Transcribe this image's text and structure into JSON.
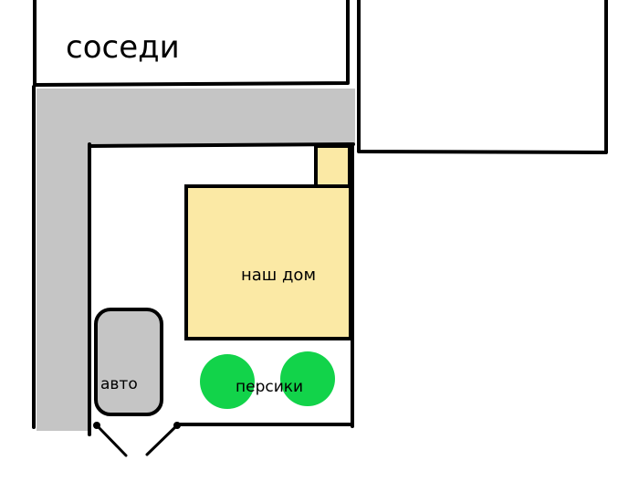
{
  "labels": {
    "neighbors": "соседи",
    "house": "наш дом",
    "car": "авто",
    "peaches": "персики"
  },
  "colors": {
    "road": "#c5c5c5",
    "house": "#fbe9a5",
    "car": "#c5c5c5",
    "trees": "#12d34a",
    "lines": "#000000"
  }
}
